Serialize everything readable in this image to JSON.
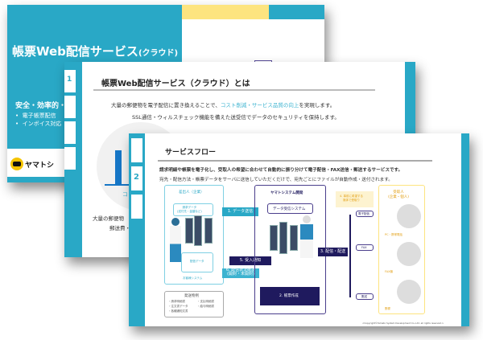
{
  "slide1": {
    "title": "帳票Web配信サービス",
    "title_suffix": "(クラウド)",
    "subheading": "安全・効率的・",
    "bullets": [
      "電子帳票配信",
      "インボイス対応"
    ],
    "logo_text": "ヤマトシ"
  },
  "slide2": {
    "tab_number": "1",
    "title": "帳票Web配信サービス（クラウド）とは",
    "line1_pre": "大量の郵便物を電子配信に置き換えることで、",
    "line1_highlight": "コスト削減・サービス品質の向上",
    "line1_post": "を実現します。",
    "line2": "SSL通信・ウィルスチェック機能を備えた送受信でデータのセキュリティを保持します。",
    "chart_caption": "コ",
    "body_line1": "大量の郵便物",
    "body_line2": "郵送費・"
  },
  "slide3": {
    "tab_number": "2",
    "title": "サービスフロー",
    "line1": "請求明細や帳票を電子化し、受取人の希望に合わせて自動的に振り分けて電子配信・FAX送信・郵送するサービスです。",
    "line2": "宛先・配信方法・帳票データをサーバに送信していただくだけで、宛先ごとにファイルが自動作成・送付されます。",
    "sender": {
      "title": "差出人（企業）",
      "data_box": "請求データ\n(送付先・金額など)",
      "delivery_data": "配信データ",
      "system": "お客様システム"
    },
    "yamato": {
      "title": "ヤマトシステム開発",
      "receive_system": "データ受信システム",
      "create": "2. 帳票作成"
    },
    "steps": {
      "send": "1. データ送信",
      "deliver": "3. 配信・配送",
      "result": "5. 受入通知",
      "confirm": "6. 配信状況確認\n(開封・未開封)"
    },
    "note": "4. 事前に希望する\n媒体で受取り",
    "recipient": {
      "title": "受取人\n(企業・個人)",
      "labels": [
        "PC・携帯電話",
        "FAX機",
        "郵便"
      ]
    },
    "channels": [
      "電子配信",
      "FAX",
      "郵送"
    ],
    "examples": {
      "title": "発送物例",
      "items": [
        "・請求明細書",
        "・注文書データ",
        "・各種通知文書",
        "・支払明細書",
        "・給与明細書"
      ]
    },
    "copyright": "<Copyright©Yamato System Development Co.,Ltd. all rights reserved.>"
  },
  "colors": {
    "accent": "#29a8c6",
    "yellow": "#fde47f",
    "navy": "#1f1a5e",
    "highlight": "#3db3d0"
  }
}
